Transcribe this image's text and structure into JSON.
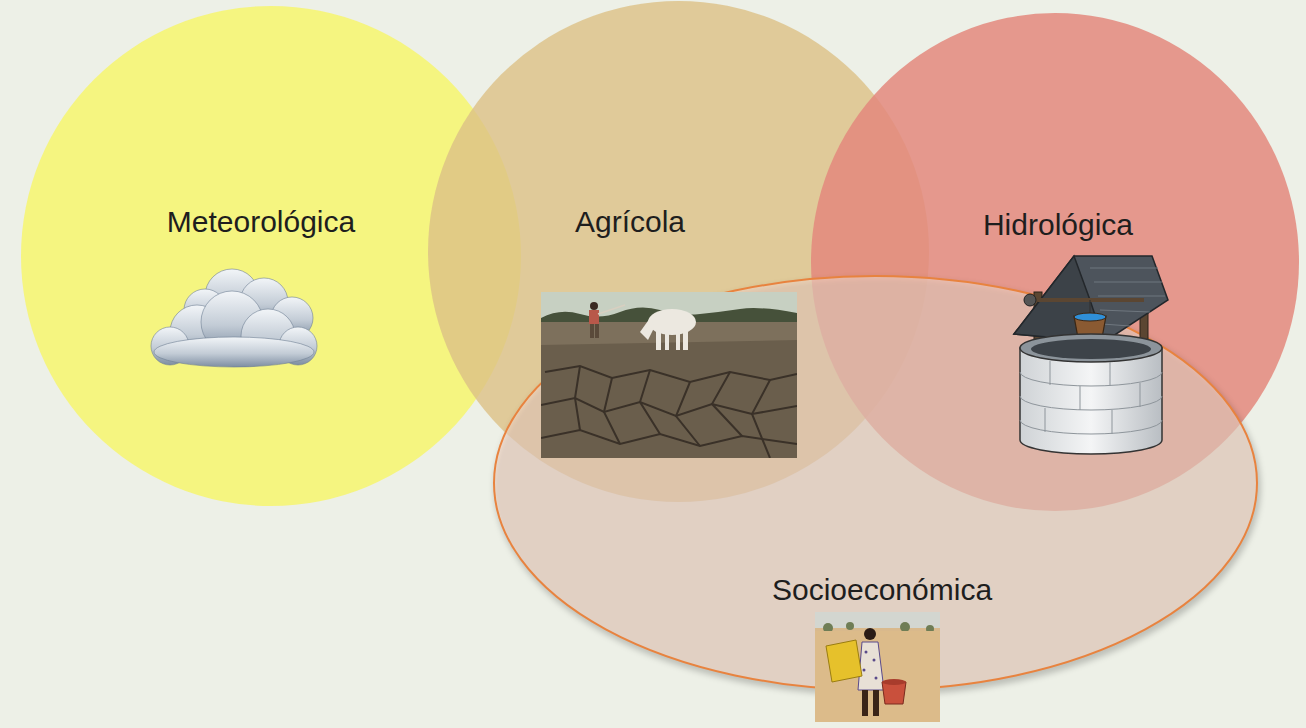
{
  "diagram": {
    "nodes": [
      {
        "text": [
          "Meteorológica"
        ]
      },
      {
        "text": [
          "Agrícola"
        ]
      },
      {
        "text": [
          "Hidrológica"
        ]
      },
      {
        "text": [
          "Socioeconómica"
        ]
      }
    ]
  }
}
